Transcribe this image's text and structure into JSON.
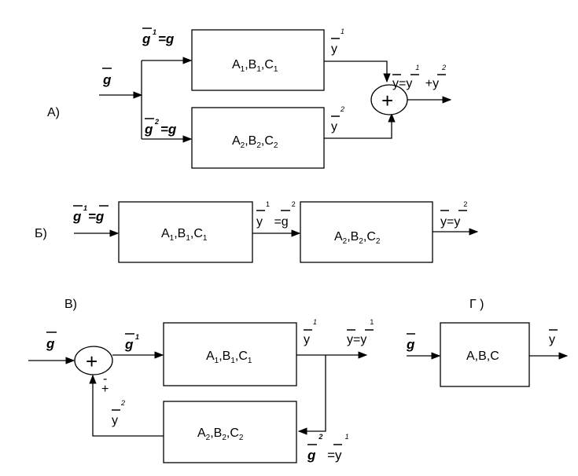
{
  "sections": {
    "a": {
      "label": "А)",
      "input": "g",
      "branch1": "g",
      "branch1_sup": "1",
      "branch1_eq": "=g",
      "branch2": "g",
      "branch2_sup": "2",
      "branch2_eq": "=g",
      "block1": [
        "A",
        "1",
        ",B",
        "1",
        ",C",
        "1"
      ],
      "block2": [
        "A",
        "2",
        ",B",
        "2",
        ",C",
        "2"
      ],
      "out1": "y",
      "out1_sup": "1",
      "out2": "y",
      "out2_sup": "2",
      "sum_sign": "+",
      "result": [
        "y=y",
        "1",
        " +y",
        "2"
      ]
    },
    "b": {
      "label": "Б)",
      "input": "g",
      "input_sup": "1",
      "input_eq": "=g",
      "block1": [
        "A",
        "1",
        ",B",
        "1",
        ",C",
        "1"
      ],
      "block2": [
        "A",
        "2",
        ",B",
        "2",
        ",C",
        "2"
      ],
      "link": [
        "y",
        "1",
        " =g",
        "2"
      ],
      "result": [
        "y=y",
        "2"
      ]
    },
    "v": {
      "label": "В)",
      "input": "g",
      "after_sum": "g",
      "after_sum_sup": "1",
      "sum_sign": "+",
      "minus": "-",
      "plus": "+",
      "block1": [
        "A",
        "1",
        ",B",
        "1",
        ",C",
        "1"
      ],
      "block2": [
        "A",
        "2",
        ",B",
        "2",
        ",C",
        "2"
      ],
      "out": "y",
      "out_sup": "1",
      "result": [
        "y=y",
        "1"
      ],
      "feedback_out": "y",
      "feedback_out_sup": "2",
      "feedback_in": [
        "g",
        "2",
        " =y",
        "1"
      ]
    },
    "g": {
      "label": "Г )",
      "input": "g",
      "block": "A,B,C",
      "out": "y"
    }
  }
}
